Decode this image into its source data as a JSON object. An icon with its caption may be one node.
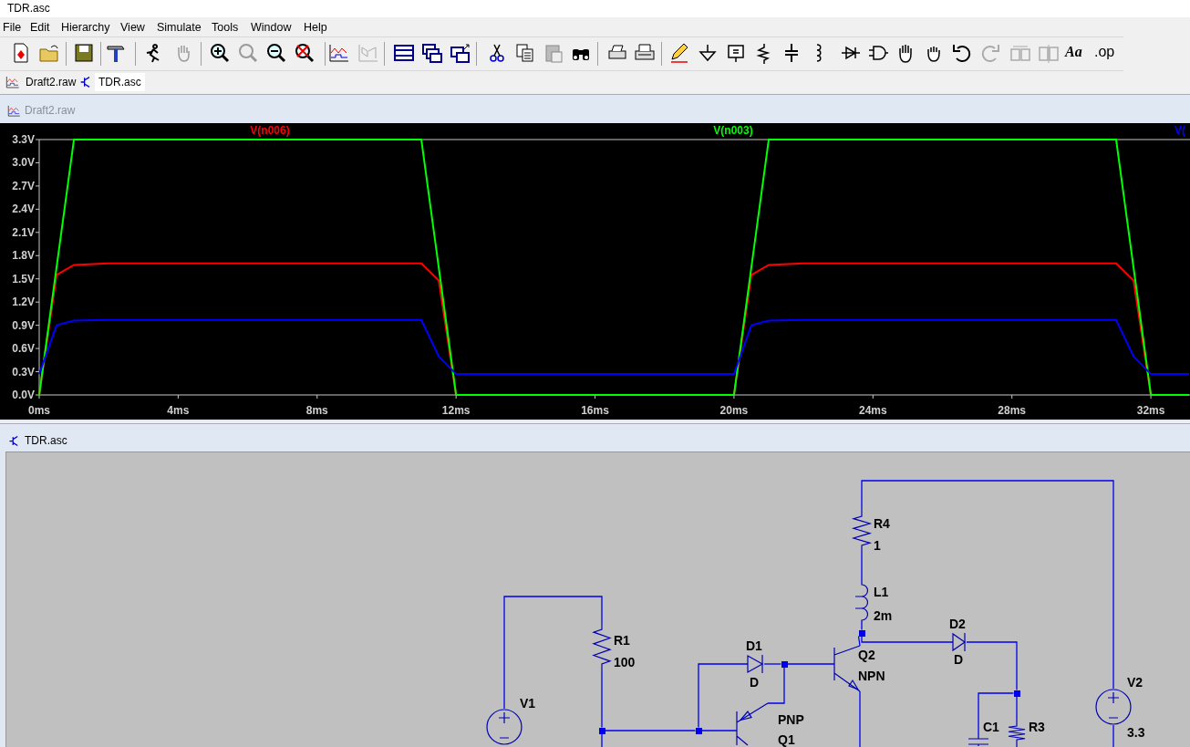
{
  "diagram": {
    "title": "TDR.asc",
    "nodes": [
      {
        "text": [
          "V1"
        ]
      },
      {
        "text": [
          "R1",
          "100"
        ]
      },
      {
        "text": [],
        "shape": "dot"
      },
      {
        "text": [],
        "shape": "dot"
      },
      {
        "text": [
          "D1",
          "D"
        ]
      },
      {
        "text": [],
        "shape": "dot"
      },
      {
        "text": [
          "PNP",
          "Q1"
        ]
      },
      {
        "text": [
          "Q2",
          "NPN"
        ]
      },
      {
        "text": [],
        "shape": "dot"
      },
      {
        "text": [
          "L1",
          "2m"
        ]
      },
      {
        "text": [
          "R4",
          "1"
        ]
      },
      {
        "text": [
          "D2",
          "D"
        ]
      },
      {
        "text": [],
        "shape": "dot"
      },
      {
        "text": [
          "C1"
        ]
      },
      {
        "text": [
          "R3"
        ]
      },
      {
        "text": [
          "V2",
          "3.3"
        ]
      }
    ],
    "edges": [
      {
        "from": 0,
        "to": 1,
        "arrow": "none"
      },
      {
        "from": 1,
        "to": 2,
        "arrow": "none"
      },
      {
        "from": 2,
        "to": 3,
        "arrow": "none"
      },
      {
        "from": 3,
        "to": 6,
        "arrow": "none"
      },
      {
        "from": 3,
        "to": 4,
        "arrow": "none"
      },
      {
        "from": 4,
        "to": 5,
        "arrow": "none"
      },
      {
        "from": 5,
        "to": 7,
        "arrow": "none"
      },
      {
        "from": 5,
        "to": 6,
        "arrow": "none"
      },
      {
        "from": 7,
        "to": 8,
        "arrow": "none"
      },
      {
        "from": 8,
        "to": 9,
        "arrow": "none"
      },
      {
        "from": 9,
        "to": 10,
        "arrow": "none"
      },
      {
        "from": 10,
        "to": 15,
        "arrow": "none"
      },
      {
        "from": 8,
        "to": 11,
        "arrow": "none"
      },
      {
        "from": 11,
        "to": 12,
        "arrow": "none"
      },
      {
        "from": 12,
        "to": 13,
        "arrow": "none"
      },
      {
        "from": 12,
        "to": 14,
        "arrow": "none"
      },
      {
        "from": 7,
        "to": null,
        "arrow": "none"
      },
      {
        "from": 15,
        "to": null,
        "arrow": "none"
      },
      {
        "from": 2,
        "to": null,
        "arrow": "none"
      }
    ],
    "labels": [
      "File",
      "Edit",
      "Hierarchy",
      "View",
      "Simulate",
      "Tools",
      "Window",
      "Help",
      "Aa",
      ".op",
      "Draft2.raw",
      "TDR.asc",
      "Draft2.raw",
      "TDR.asc"
    ],
    "chart_data": {
      "type": "line",
      "x": [
        0,
        0.5,
        1,
        2,
        11,
        11.5,
        12,
        16,
        20,
        20.5,
        21,
        22,
        31,
        31.5,
        32,
        33.1
      ],
      "series": [
        {
          "name": "V(n006)",
          "color": "#ff0000",
          "values": [
            0,
            1.55,
            1.68,
            1.7,
            1.7,
            1.48,
            0,
            0,
            0,
            1.55,
            1.68,
            1.7,
            1.7,
            1.48,
            0,
            0
          ]
        },
        {
          "name": "V(n003)",
          "color": "#00ff00",
          "values": [
            0,
            1.65,
            3.3,
            3.3,
            3.3,
            1.65,
            0,
            0,
            0,
            1.65,
            3.3,
            3.3,
            3.3,
            1.65,
            0,
            0
          ]
        },
        {
          "name": "V(",
          "color": "#0000ff",
          "values": [
            0.27,
            0.9,
            0.96,
            0.97,
            0.97,
            0.5,
            0.27,
            0.27,
            0.27,
            0.9,
            0.96,
            0.97,
            0.97,
            0.5,
            0.27,
            0.27
          ]
        }
      ],
      "xlim": [
        0,
        33.1
      ],
      "ylim": [
        0,
        3.3
      ],
      "xticks": [
        {
          "value": 0,
          "label": "0ms"
        },
        {
          "value": 4,
          "label": "4ms"
        },
        {
          "value": 8,
          "label": "8ms"
        },
        {
          "value": 12,
          "label": "12ms"
        },
        {
          "value": 16,
          "label": "16ms"
        },
        {
          "value": 20,
          "label": "20ms"
        },
        {
          "value": 24,
          "label": "24ms"
        },
        {
          "value": 28,
          "label": "28ms"
        },
        {
          "value": 32,
          "label": "32ms"
        }
      ],
      "yticks": [
        {
          "value": 0,
          "label": "0.0V"
        },
        {
          "value": 0.3,
          "label": "0.3V"
        },
        {
          "value": 0.6,
          "label": "0.6V"
        },
        {
          "value": 0.9,
          "label": "0.9V"
        },
        {
          "value": 1.2,
          "label": "1.2V"
        },
        {
          "value": 1.5,
          "label": "1.5V"
        },
        {
          "value": 1.8,
          "label": "1.8V"
        },
        {
          "value": 2.1,
          "label": "2.1V"
        },
        {
          "value": 2.4,
          "label": "2.4V"
        },
        {
          "value": 2.7,
          "label": "2.7V"
        },
        {
          "value": 3.0,
          "label": "3.0V"
        },
        {
          "value": 3.3,
          "label": "3.3V"
        }
      ]
    }
  }
}
